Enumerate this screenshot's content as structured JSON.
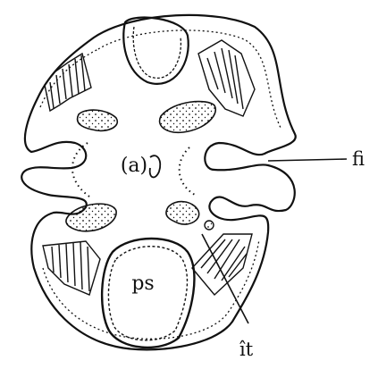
{
  "labels": {
    "fi": "fi",
    "it": "ît",
    "ps": "ps",
    "center": "(a)"
  },
  "colors": {
    "ink": "#111111",
    "paper": "#ffffff"
  },
  "icons": [
    "stippled-texture",
    "hatched-muscle-band"
  ]
}
